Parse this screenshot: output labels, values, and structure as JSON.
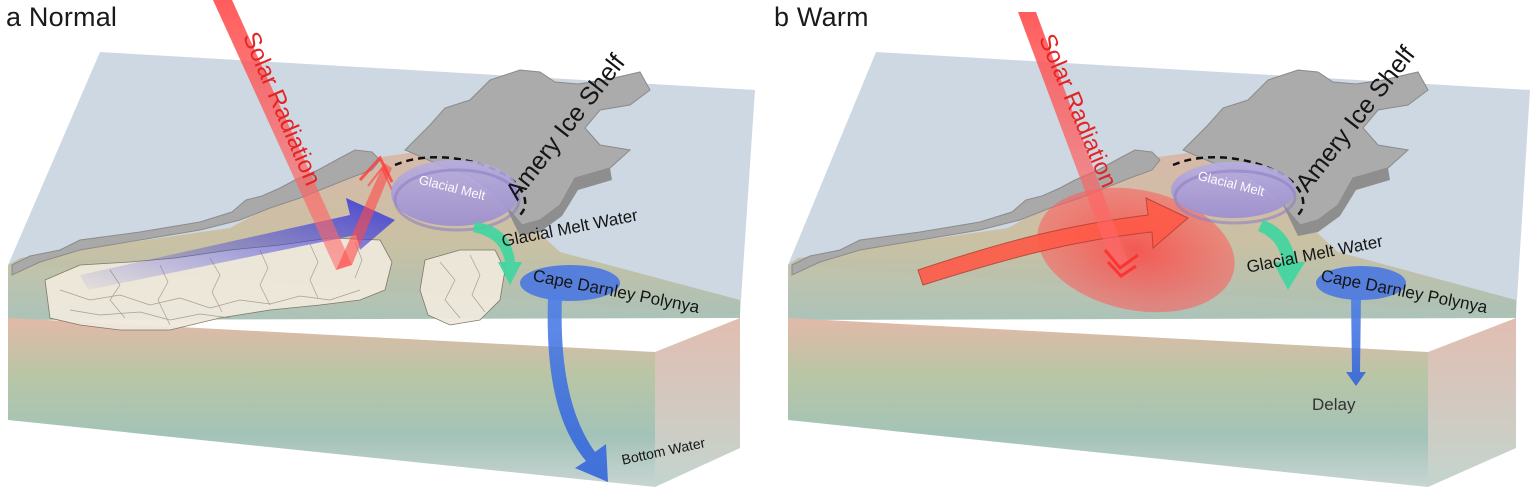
{
  "panels": [
    {
      "title": "a Normal",
      "labels": {
        "solar": "Solar Radiation",
        "amery": "Amery Ice Shelf",
        "glacial_melt": "Glacial Melt",
        "glacial_melt_water": "Glacial Melt Water",
        "polynya": "Cape Darnley Polynya",
        "outflow": "Bottom Water"
      }
    },
    {
      "title": "b Warm",
      "labels": {
        "solar": "Solar Radiation",
        "amery": "Amery Ice Shelf",
        "glacial_melt": "Glacial Melt",
        "glacial_melt_water": "Glacial Melt Water",
        "polynya": "Cape Darnley Polynya",
        "outflow": "Delay"
      }
    }
  ],
  "colors": {
    "sky": "#cdd8e3",
    "ice_shelf": "#a9a9a9",
    "solar": "#ff3b3b",
    "warm_current": "#ff5040",
    "cold_current": "#3f3fd8",
    "melt_water": "#39d6a0",
    "polynya": "#4a78e0",
    "glacial_melt_area": "#a99bd6"
  }
}
